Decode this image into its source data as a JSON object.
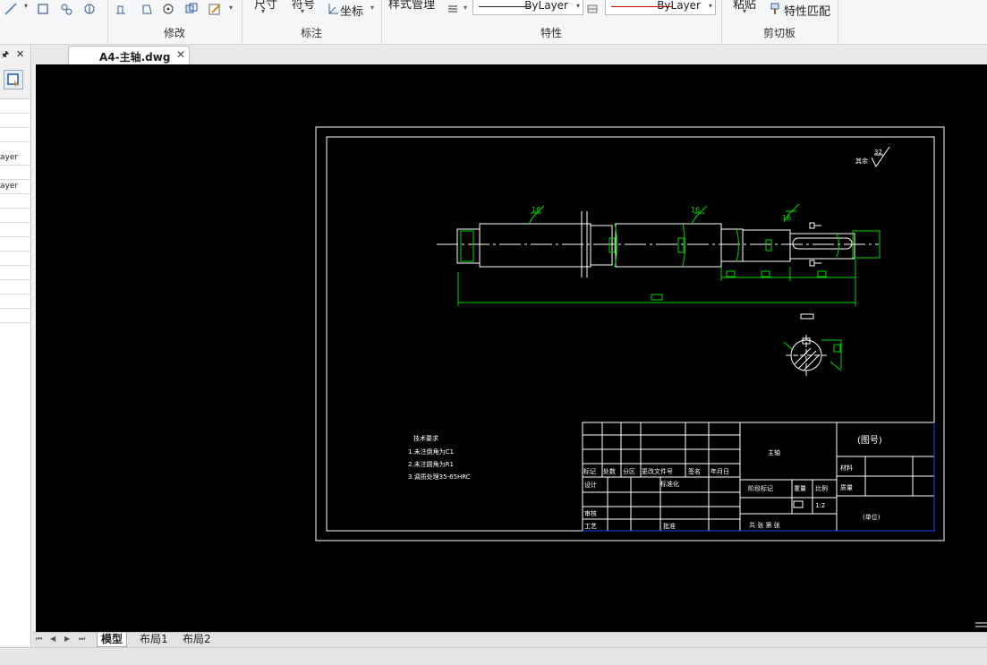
{
  "ribbon": {
    "modify_label": "修改",
    "annotate_label": "标注",
    "annotate_size": "尺寸",
    "annotate_symbol": "符号",
    "annotate_coord": "坐标",
    "props_label": "特性",
    "props_style": "样式管理",
    "linetype_value": "ByLayer",
    "color_value": "ByLayer",
    "clipboard_label": "剪切板",
    "paste": "粘贴",
    "match_props": "特性匹配"
  },
  "leftpanel": {
    "pin": "🖈",
    "close": "✕",
    "rows": [
      "",
      "",
      "",
      "ayer",
      "",
      "ayer",
      "",
      "",
      "",
      "",
      "",
      "",
      "",
      "",
      ""
    ]
  },
  "document": {
    "tab_title": "A4-主轴.dwg",
    "close": "✕"
  },
  "drawing": {
    "roughness_label_tr": "其余",
    "roughness_tr": "32",
    "roughness_1": "16",
    "roughness_2": "16",
    "roughness_3": "16",
    "tech_title": "技术要求",
    "tech_1": "1.未注倒角为C1",
    "tech_2": "2.未注圆角为R1",
    "tech_3": "3.调质处理35-65HRC",
    "tb_part_name": "主轴",
    "tb_drawing_no": "(图号)",
    "tb_material": "材料",
    "tb_weight": "质量",
    "tb_ratio": "比例",
    "tb_scale": "1:2",
    "tb_stage": "阶段标记",
    "tb_mass": "重量",
    "tb_mark": "标记",
    "tb_count": "处数",
    "tb_zone": "分区",
    "tb_docno": "更改文件号",
    "tb_sign": "签名",
    "tb_date": "年月日",
    "tb_design": "设计",
    "tb_standard": "标准化",
    "tb_review": "审核",
    "tb_process": "工艺",
    "tb_approve": "批准",
    "tb_sheets": "共  张  第  张",
    "tb_unit": "(单位)"
  },
  "layout": {
    "nav_first": "⏮",
    "nav_prev": "◀",
    "nav_next": "▶",
    "nav_last": "⏭",
    "tab_model": "模型",
    "tab_layout1": "布局1",
    "tab_layout2": "布局2"
  }
}
